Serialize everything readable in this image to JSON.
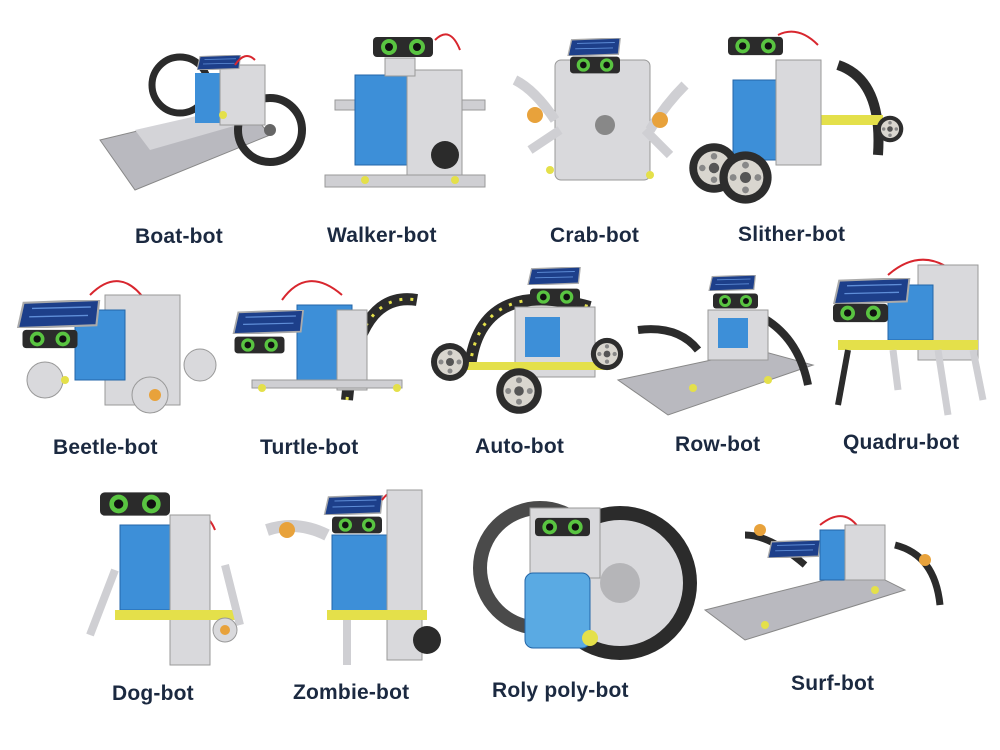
{
  "bots": [
    {
      "id": "boat",
      "label": "Boat-bot"
    },
    {
      "id": "walker",
      "label": "Walker-bot"
    },
    {
      "id": "crab",
      "label": "Crab-bot"
    },
    {
      "id": "slither",
      "label": "Slither-bot"
    },
    {
      "id": "beetle",
      "label": "Beetle-bot"
    },
    {
      "id": "turtle",
      "label": "Turtle-bot"
    },
    {
      "id": "auto",
      "label": "Auto-bot"
    },
    {
      "id": "row",
      "label": "Row-bot"
    },
    {
      "id": "quadru",
      "label": "Quadru-bot"
    },
    {
      "id": "dog",
      "label": "Dog-bot"
    },
    {
      "id": "zombie",
      "label": "Zombie-bot"
    },
    {
      "id": "rolypoly",
      "label": "Roly poly-bot"
    },
    {
      "id": "surf",
      "label": "Surf-bot"
    }
  ],
  "colors": {
    "label": "#1b2940",
    "body_blue": "#3d8fd8",
    "frame_grey": "#d9d9dc",
    "dark": "#2b2b2b",
    "accent_yellow": "#e4e04a",
    "eye_green": "#59c441",
    "wire_red": "#d8262e"
  }
}
